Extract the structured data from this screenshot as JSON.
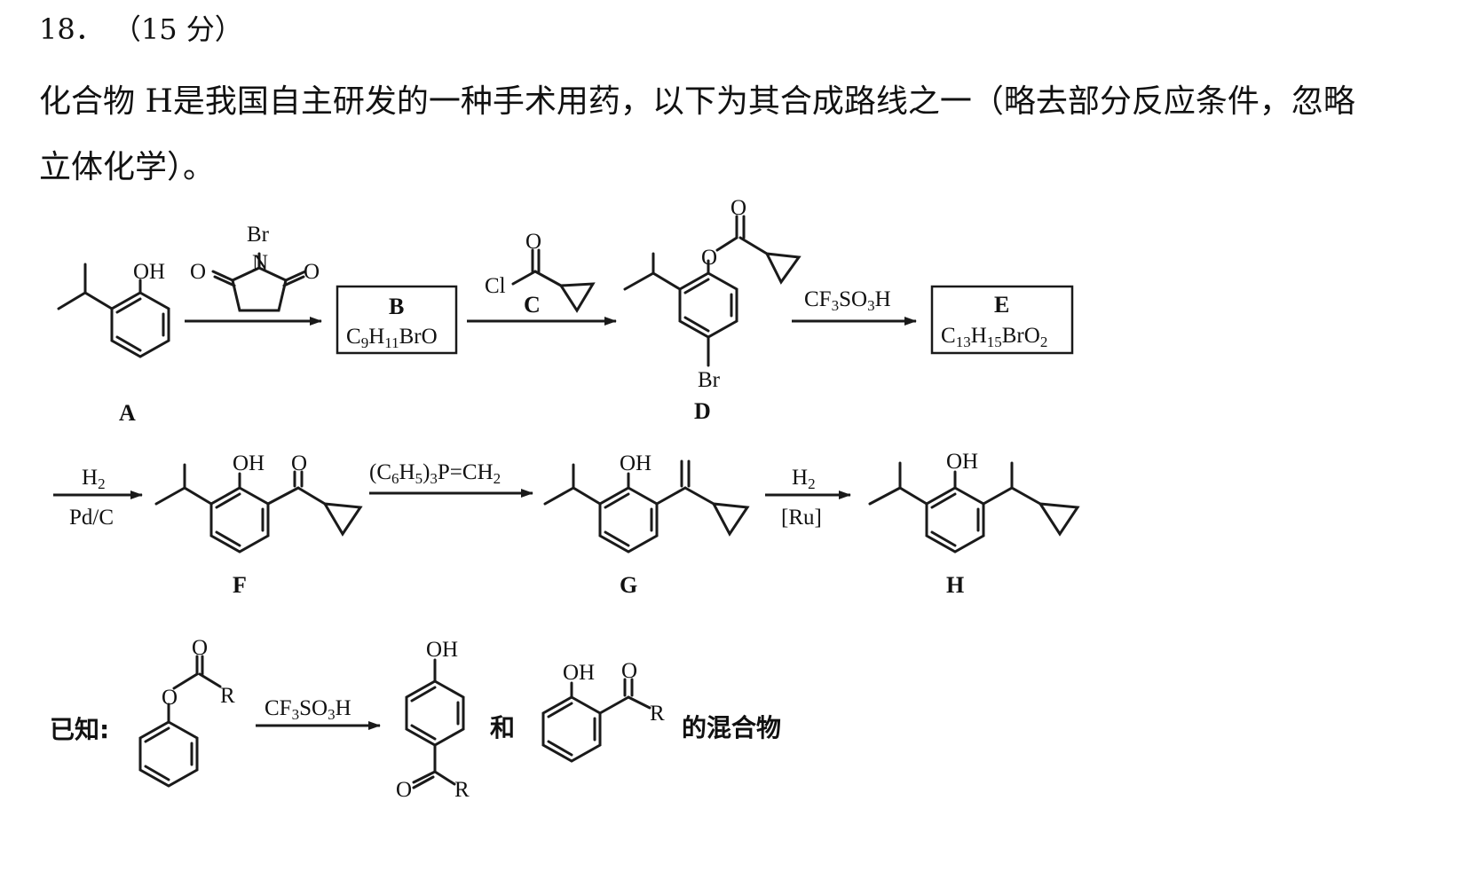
{
  "question": {
    "number": "18．",
    "points": "（15 分）",
    "stem_line1": "化合物 H是我国自主研发的一种手术用药，以下为其合成路线之一（略去部分反应条件，忽略",
    "stem_line2": "立体化学）。"
  },
  "scheme": {
    "compounds": {
      "A": "A",
      "B": "B",
      "B_formula": "C9H11BrO",
      "C": "C",
      "D": "D",
      "E": "E",
      "E_formula": "C13H15BrO2",
      "F": "F",
      "G": "G",
      "H": "H"
    },
    "conditions": {
      "step2_reagent_label": "C",
      "step3": "CF3SO3H",
      "step4_top": "H2",
      "step4_bottom": "Pd/C",
      "step5": "(C6H5)3P=CH2",
      "step6_top": "H2",
      "step6_bottom": "[Ru]"
    },
    "atoms": {
      "OH": "OH",
      "O": "O",
      "Br": "Br",
      "N": "N",
      "Cl": "Cl",
      "R": "R"
    },
    "known": {
      "label": "已知:",
      "reagent": "CF3SO3H",
      "and": "和",
      "mixture": "的混合物"
    }
  }
}
